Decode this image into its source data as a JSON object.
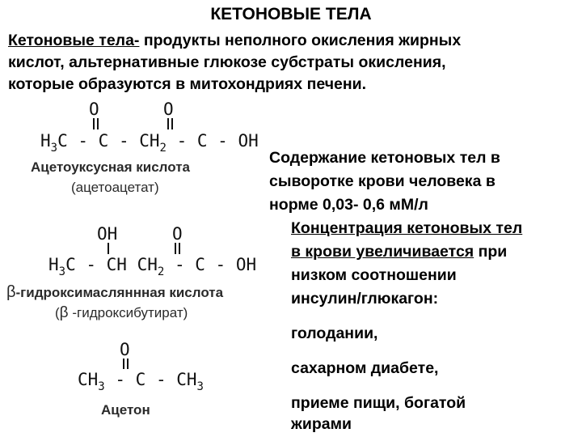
{
  "title": "КЕТОНОВЫЕ ТЕЛА",
  "intro": {
    "term": "Кетоновые тела-",
    "line1_rest": " продукты неполного окисления жирных",
    "line2": "кислот, альтернативные глюкозе субстраты окисления,",
    "line3": "которые образуются в митохондриях печени."
  },
  "compounds": [
    {
      "name": "Ацетоуксусная кислота",
      "synonym": "(ацетоацетат)",
      "formula": {
        "o1": "O",
        "o2": "O",
        "h": "H",
        "h_sub": "3",
        "c1": "C - C - CH",
        "ch_sub": "2",
        "tail": " - C - OH"
      }
    },
    {
      "name": "-гидроксимасляннная кислота",
      "greek": "β",
      "synonym_open": "(",
      "synonym_rest": " -гидроксибутират)",
      "formula": {
        "oh": "OH",
        "o": "O",
        "h": "H",
        "h_sub": "3",
        "mid": "C - CH CH",
        "ch_sub": "2",
        "tail": " - C - OH"
      }
    },
    {
      "name": "Ацетон",
      "formula": {
        "o": "O",
        "a": "CH",
        "a_sub": "3",
        "b": " - C - CH",
        "b_sub": "3"
      }
    }
  ],
  "content": {
    "line1": "Содержание кетоновых тел в",
    "line2": "сыворотке крови человека в",
    "line3": "норме 0,03- 0,6 мМ/л",
    "conc1": "Концентрация кетоновых тел",
    "conc2_u": "в крови увеличивается",
    "conc2_rest": " при",
    "conc3": "низком соотношении",
    "conc4": "инсулин/глюкагон:"
  },
  "conditions": [
    "голодании,",
    "сахарном диабете,",
    "приеме пищи, богатой",
    "жирами"
  ]
}
